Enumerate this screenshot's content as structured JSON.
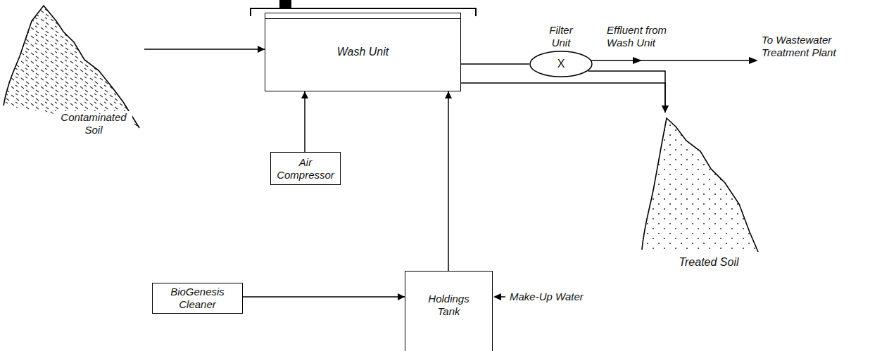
{
  "diagram": {
    "nodes": [
      {
        "text": [
          "Contaminated Soil"
        ]
      },
      {
        "text": [
          "Wash Unit"
        ]
      },
      {
        "text": [
          "Filter Unit",
          "X"
        ]
      },
      {
        "text": [
          "Treated Soil"
        ]
      },
      {
        "text": [
          "Air Compressor"
        ]
      },
      {
        "text": [
          "Holdings Tank"
        ]
      },
      {
        "text": [
          "BioGenesis Cleaner"
        ]
      }
    ],
    "edges": [
      {
        "from": 0,
        "to": 1,
        "arrow": "to"
      },
      {
        "from": 1,
        "to": 2,
        "arrow": "none"
      },
      {
        "from": 1,
        "to": 3,
        "arrow": "to"
      },
      {
        "from": 2,
        "to": 3,
        "arrow": "to"
      },
      {
        "from": 4,
        "to": 1,
        "arrow": "to"
      },
      {
        "from": 5,
        "to": 1,
        "arrow": "to"
      },
      {
        "from": 6,
        "to": 5,
        "arrow": "to"
      }
    ],
    "labels": [
      "Effluent from Wash Unit",
      "To Wastewater Treatment Plant",
      "Make-Up Water"
    ]
  }
}
